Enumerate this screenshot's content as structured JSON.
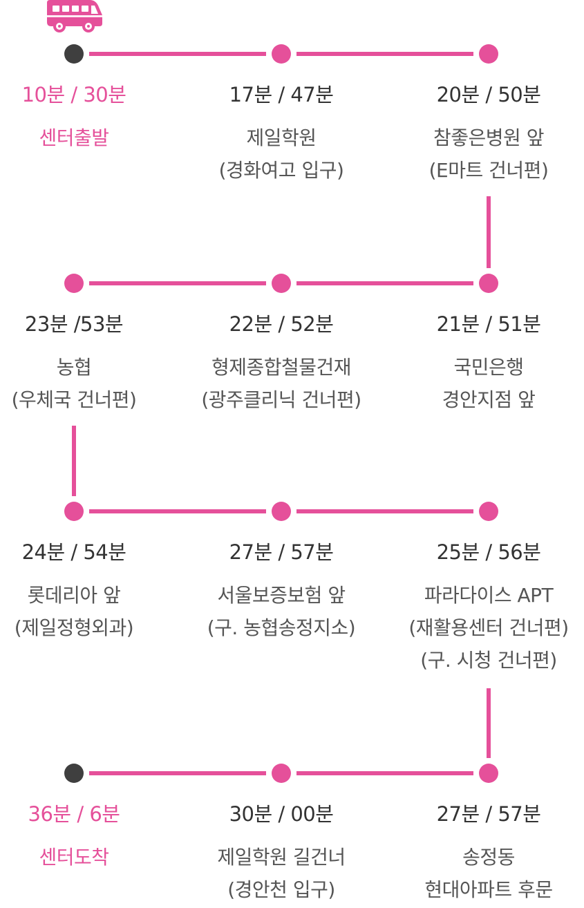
{
  "colors": {
    "accent": "#e5509a",
    "start_end_dot": "#3f3f3f",
    "text": "#333333"
  },
  "icon": "bus-icon",
  "stops": [
    {
      "time": "10분 / 30분",
      "name_lines": [
        "센터출발"
      ],
      "accent": true
    },
    {
      "time": "17분 / 47분",
      "name_lines": [
        "제일학원",
        "(경화여고 입구)"
      ]
    },
    {
      "time": "20분 / 50분",
      "name_lines": [
        "참좋은병원 앞",
        "(E마트 건너편)"
      ]
    },
    {
      "time": "21분 / 51분",
      "name_lines": [
        "국민은행",
        "경안지점 앞"
      ]
    },
    {
      "time": "22분 / 52분",
      "name_lines": [
        "형제종합철물건재",
        "(광주클리닉 건너편)"
      ]
    },
    {
      "time": "23분 /53분",
      "name_lines": [
        "농협",
        "(우체국 건너편)"
      ]
    },
    {
      "time": "24분 / 54분",
      "name_lines": [
        "롯데리아 앞",
        "(제일정형외과)"
      ]
    },
    {
      "time": "27분 / 57분",
      "name_lines": [
        "서울보증보험 앞",
        "(구. 농협송정지소)"
      ]
    },
    {
      "time": "25분 / 56분",
      "name_lines": [
        "파라다이스 APT",
        "(재활용센터 건너편)",
        "(구. 시청 건너편)"
      ]
    },
    {
      "time": "27분 / 57분",
      "name_lines": [
        "송정동",
        "현대아파트 후문"
      ]
    },
    {
      "time": "30분 / 00분",
      "name_lines": [
        "제일학원 길건너",
        "(경안천 입구)"
      ]
    },
    {
      "time": "36분 / 6분",
      "name_lines": [
        "센터도착"
      ],
      "accent": true
    }
  ]
}
